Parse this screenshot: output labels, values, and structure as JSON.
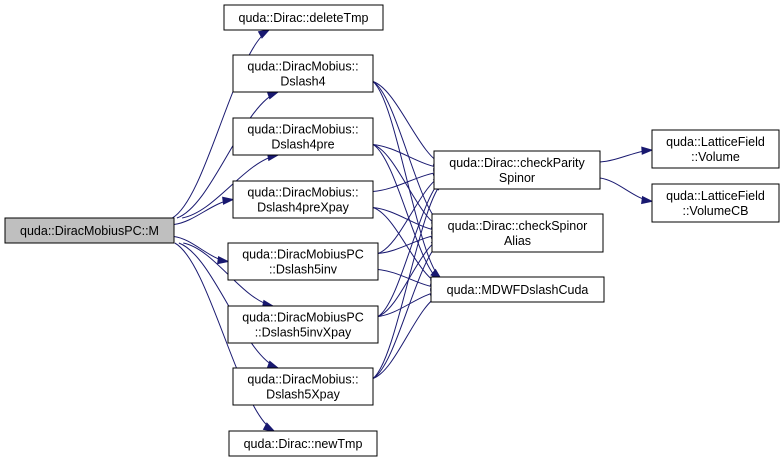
{
  "diagram": {
    "type": "call-graph",
    "colors": {
      "edge": "#191970",
      "root_fill": "#bfbfbf",
      "node_fill": "#ffffff",
      "border": "#000000"
    },
    "nodes": [
      {
        "id": "M",
        "lines": [
          "quda::DiracMobiusPC::M"
        ],
        "root": true
      },
      {
        "id": "deleteTmp",
        "lines": [
          "quda::Dirac::deleteTmp"
        ]
      },
      {
        "id": "Dslash4",
        "lines": [
          "quda::DiracMobius::",
          "Dslash4"
        ]
      },
      {
        "id": "Dslash4pre",
        "lines": [
          "quda::DiracMobius::",
          "Dslash4pre"
        ]
      },
      {
        "id": "Dslash4preXpay",
        "lines": [
          "quda::DiracMobius::",
          "Dslash4preXpay"
        ]
      },
      {
        "id": "Dslash5inv",
        "lines": [
          "quda::DiracMobiusPC",
          "::Dslash5inv"
        ]
      },
      {
        "id": "Dslash5invXpay",
        "lines": [
          "quda::DiracMobiusPC",
          "::Dslash5invXpay"
        ]
      },
      {
        "id": "Dslash5Xpay",
        "lines": [
          "quda::DiracMobius::",
          "Dslash5Xpay"
        ]
      },
      {
        "id": "newTmp",
        "lines": [
          "quda::Dirac::newTmp"
        ]
      },
      {
        "id": "checkParity",
        "lines": [
          "quda::Dirac::checkParity",
          "Spinor"
        ]
      },
      {
        "id": "checkSpinorAlias",
        "lines": [
          "quda::Dirac::checkSpinor",
          "Alias"
        ]
      },
      {
        "id": "MDWF",
        "lines": [
          "quda::MDWFDslashCuda"
        ]
      },
      {
        "id": "Volume",
        "lines": [
          "quda::LatticeField",
          "::Volume"
        ]
      },
      {
        "id": "VolumeCB",
        "lines": [
          "quda::LatticeField",
          "::VolumeCB"
        ]
      }
    ],
    "edges": [
      [
        "M",
        "deleteTmp"
      ],
      [
        "M",
        "Dslash4"
      ],
      [
        "M",
        "Dslash4pre"
      ],
      [
        "M",
        "Dslash4preXpay"
      ],
      [
        "M",
        "Dslash5inv"
      ],
      [
        "M",
        "Dslash5invXpay"
      ],
      [
        "M",
        "Dslash5Xpay"
      ],
      [
        "M",
        "newTmp"
      ],
      [
        "Dslash4",
        "checkParity"
      ],
      [
        "Dslash4",
        "checkSpinorAlias"
      ],
      [
        "Dslash4",
        "MDWF"
      ],
      [
        "Dslash4pre",
        "checkParity"
      ],
      [
        "Dslash4pre",
        "checkSpinorAlias"
      ],
      [
        "Dslash4pre",
        "MDWF"
      ],
      [
        "Dslash4preXpay",
        "checkParity"
      ],
      [
        "Dslash4preXpay",
        "checkSpinorAlias"
      ],
      [
        "Dslash4preXpay",
        "MDWF"
      ],
      [
        "Dslash5inv",
        "checkParity"
      ],
      [
        "Dslash5inv",
        "checkSpinorAlias"
      ],
      [
        "Dslash5inv",
        "MDWF"
      ],
      [
        "Dslash5invXpay",
        "checkParity"
      ],
      [
        "Dslash5invXpay",
        "checkSpinorAlias"
      ],
      [
        "Dslash5invXpay",
        "MDWF"
      ],
      [
        "Dslash5Xpay",
        "checkParity"
      ],
      [
        "Dslash5Xpay",
        "checkSpinorAlias"
      ],
      [
        "Dslash5Xpay",
        "MDWF"
      ],
      [
        "checkParity",
        "Volume"
      ],
      [
        "checkParity",
        "VolumeCB"
      ]
    ]
  }
}
